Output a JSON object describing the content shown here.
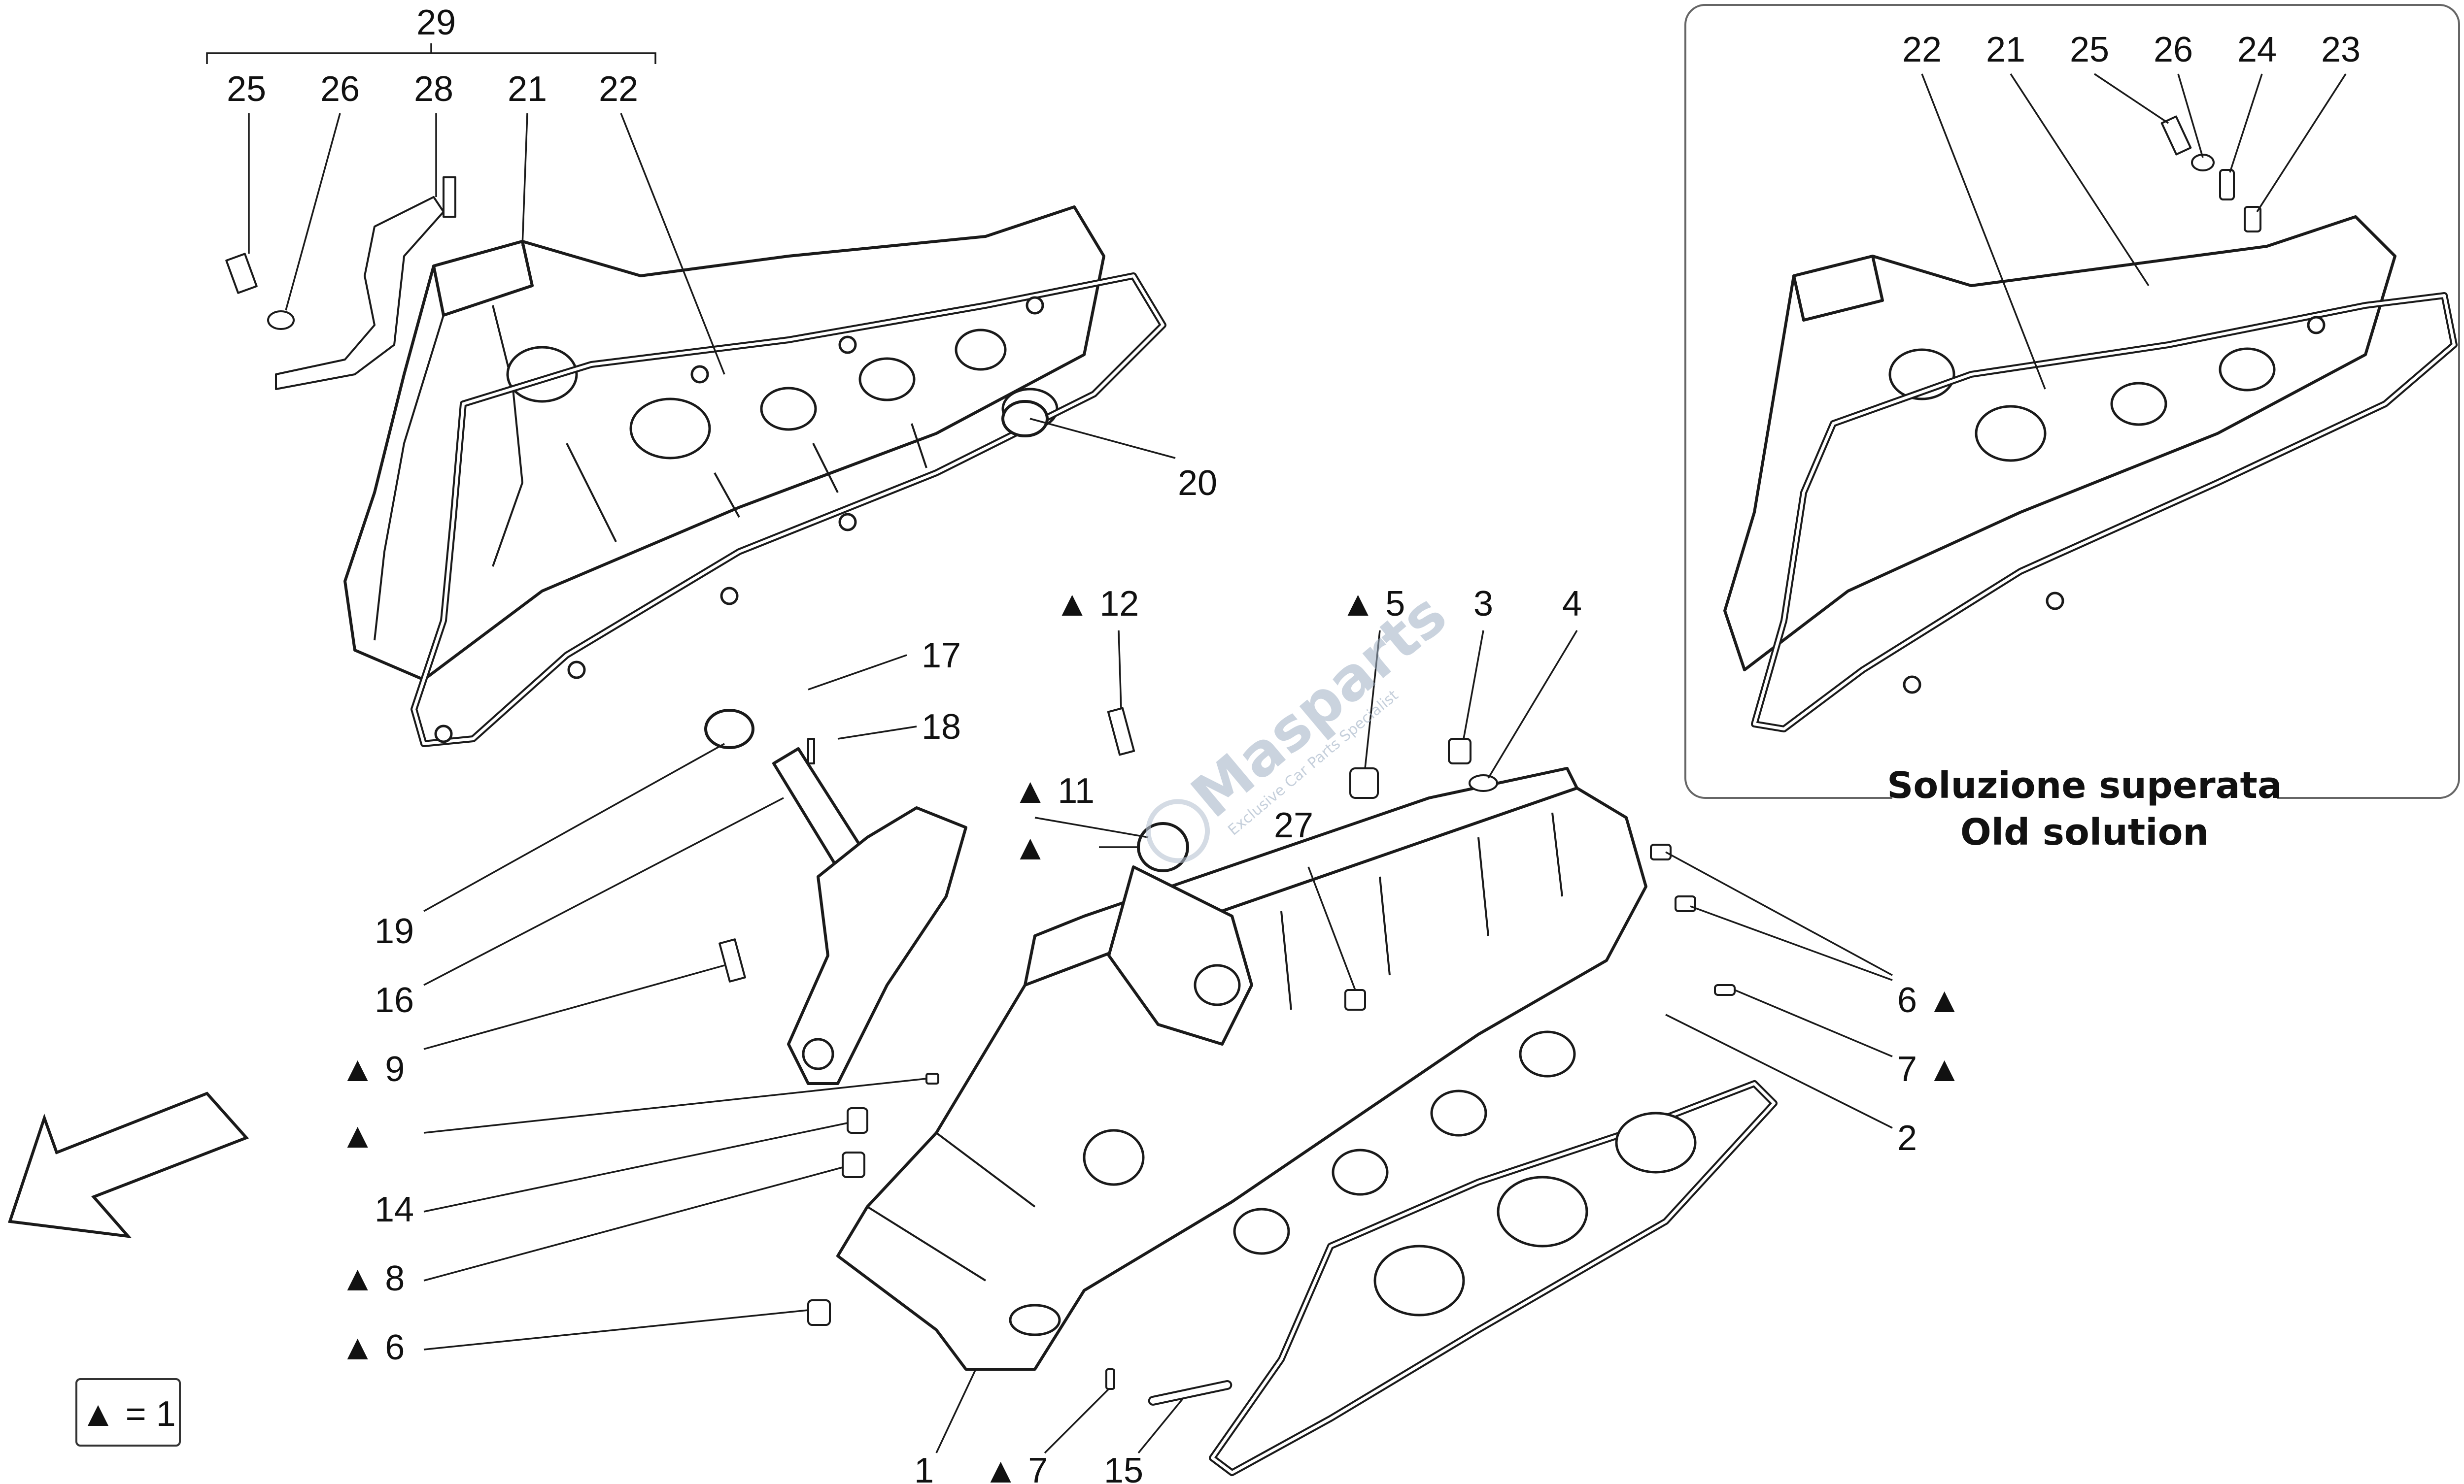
{
  "labels": {
    "l29": "29",
    "l25": "25",
    "l26": "26",
    "l28": "28",
    "l21": "21",
    "l22": "22",
    "l20": "20",
    "l17": "17",
    "l18": "18",
    "l19": "19",
    "l16": "16",
    "l9": "▲  9",
    "ltri_a": "▲",
    "l14": "14",
    "l8": "▲  8",
    "l6_left": "▲  6",
    "l1": "1",
    "l7_bottom": "▲  7",
    "l15": "15",
    "l12": "▲ 12",
    "l11": "▲ 11",
    "ltri_b": "▲",
    "l5": "▲  5",
    "l3": "3",
    "l4": "4",
    "l27": "27",
    "l6_right": "6  ▲",
    "l7_right": "7  ▲",
    "l2": "2",
    "inset_22": "22",
    "inset_21": "21",
    "inset_25": "25",
    "inset_26": "26",
    "inset_24": "24",
    "inset_23": "23"
  },
  "inset": {
    "caption_it": "Soluzione superata",
    "caption_en": "Old solution"
  },
  "legend": {
    "text": "▲ = 1"
  },
  "watermark": {
    "brand": "Masparts",
    "tagline": "Exclusive Car Parts Specialist"
  }
}
